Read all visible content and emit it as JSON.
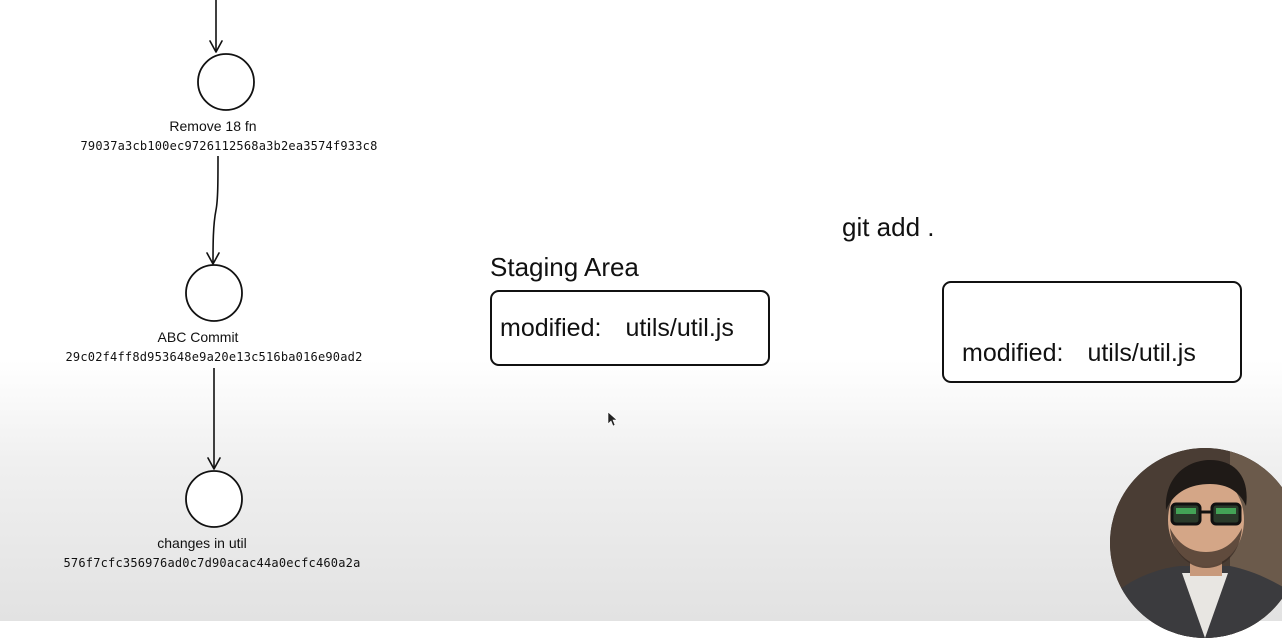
{
  "commits": [
    {
      "message": "Remove 18 fn",
      "hash": "79037a3cb100ec9726112568a3b2ea3574f933c8"
    },
    {
      "message": "ABC Commit",
      "hash": "29c02f4ff8d953648e9a20e13c516ba016e90ad2"
    },
    {
      "message": "changes in util",
      "hash": "576f7cfc356976ad0c7d90acac44a0ecfc460a2a"
    }
  ],
  "staging": {
    "title": "Staging Area",
    "entry": {
      "status": "modified:",
      "file": "utils/util.js"
    }
  },
  "command": {
    "text": "git add ."
  },
  "working": {
    "entry": {
      "status": "modified:",
      "file": "utils/util.js"
    }
  },
  "webcam": {
    "icon": "presenter-avatar-icon"
  }
}
